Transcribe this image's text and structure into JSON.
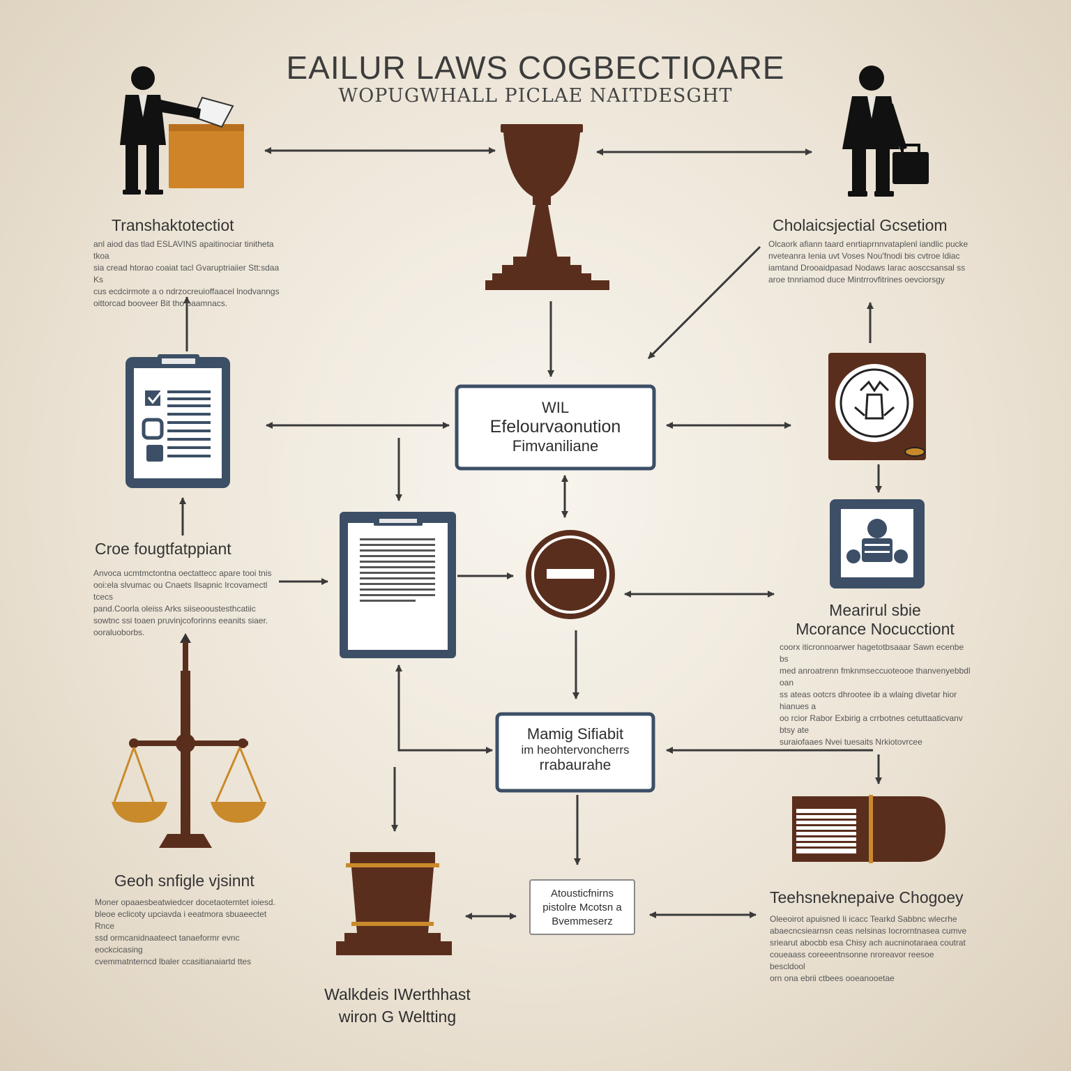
{
  "header": {
    "title": "EAILUR LAWS COGBECTIOARE",
    "subtitle": "WOPUGWHALL PICLAE NAITDESGHT"
  },
  "nodes": {
    "top_left": {
      "label": "Transhaktotectiot",
      "lines": [
        "anl aiod das tlad ESLAVINS apaitinociar tinitheta tkoa",
        "sia cread htorao coaiat tacl Gvaruptriaiier Stt:sdaa Ks",
        "cus ecdcirmote a o ndrzocreuioffaacel lnodvanngs",
        "oittorcad booveer Bit tho paamnacs."
      ]
    },
    "top_right": {
      "label": "Cholaicsjectial Gcsetiom",
      "lines": [
        "Olcaork afiann taard enrtiaprnnvataplenl iandlic pucke",
        "nveteanra Ienia uvt Voses Nou'fnodi bis cvtroe ldiac",
        "iamtand Drooaidpasad Nodaws Iarac aosccsansal ss",
        "aroe tnnriamod duce Mintrrovfitrines oevciorsgy"
      ]
    },
    "mid_left": {
      "label": "Croe fougtfatppiant",
      "lines": [
        "Anvoca ucmtmctontna oectattecc apare tooi tnis",
        "ooi:ela slvumac ou Cnaets Ilsapnic Ircovamectl tcecs",
        "pand.Coorla oleiss Arks siiseooustesthcatiic ",
        "sowtnc ssi toaen pruvinjcoforinns eeanits siaer.",
        "ooraluoborbs."
      ]
    },
    "mid_right": {
      "label_line1": "Mearirul sbie",
      "label_line2": "Mcorance Nocucctiont",
      "lines": [
        "coorx iticronnoarwer hagetotbsaaar Sawn ecenbe bs",
        "med anroatrenn fmknmseccuoteooe thanvenyebbdl oan",
        "ss ateas ootcrs dhrootee ib a wlaing divetar hior hianues a",
        "oo rcior Rabor Exbirig a crrbotnes cetuttaaticvanv btsy ate",
        "suraiofaaes Nvei tuesaits Nrkiotovrcee"
      ]
    },
    "bottom_left": {
      "label": "Geoh snfigle vjsinnt",
      "lines": [
        "Moner opaaesbeatwiedcer docetaotemtet ioiesd.",
        "bleoe eclicoty upciavda i eeatmora sbuaeectet Rnce",
        "ssd ormcanidnaateect tanaeformr evnc eockcicasing",
        "cvemmatnterncd lbaler ccasitianaiartd ttes"
      ]
    },
    "bottom_right": {
      "label": "Teehsneknepaive Chogoey",
      "lines": [
        "Oleeoirot apuisned Ii icacc Tearkd Sabbnc wlecrhe",
        "abaecncsiearnsn ceas nelsinas Iocrorntnasea cumve",
        "sriearut abocbb esa Chisy ach aucninotaraea coutrat",
        "coueaass coreeentnsonne nroreavor reesoe bescldool",
        "orn ona ebrii ctbees ooeanooetae"
      ]
    },
    "center_box": {
      "line1": "WIL",
      "line2": "Efelourvaonution",
      "line3": "Fimvaniliane"
    },
    "bottom_box": {
      "line1": "Mamig Sifiabit",
      "line2": "im heohtervoncherrs",
      "line3": "rrabaurahe"
    },
    "small_box": {
      "line1": "Atousticfnirns",
      "line2": "pistolre Mcotsn a",
      "line3": "Bvemmeserz"
    },
    "bottom_caption": {
      "line1": "Walkdeis IWerthhast",
      "line2": "wiron G Weltting"
    }
  },
  "icons": [
    "person-with-folder-icon",
    "trophy-gavel-icon",
    "person-with-briefcase-icon",
    "clipboard-checklist-icon",
    "seal-badge-icon",
    "document-icon",
    "minus-circle-icon",
    "id-card-icon",
    "scales-of-justice-icon",
    "pedestal-icon",
    "law-book-icon"
  ],
  "colors": {
    "brown": "#5a2e1d",
    "navy": "#3c4f66",
    "gold": "#c98a2b",
    "orange_folder": "#cf8428",
    "arrow": "#3a3a3a"
  }
}
